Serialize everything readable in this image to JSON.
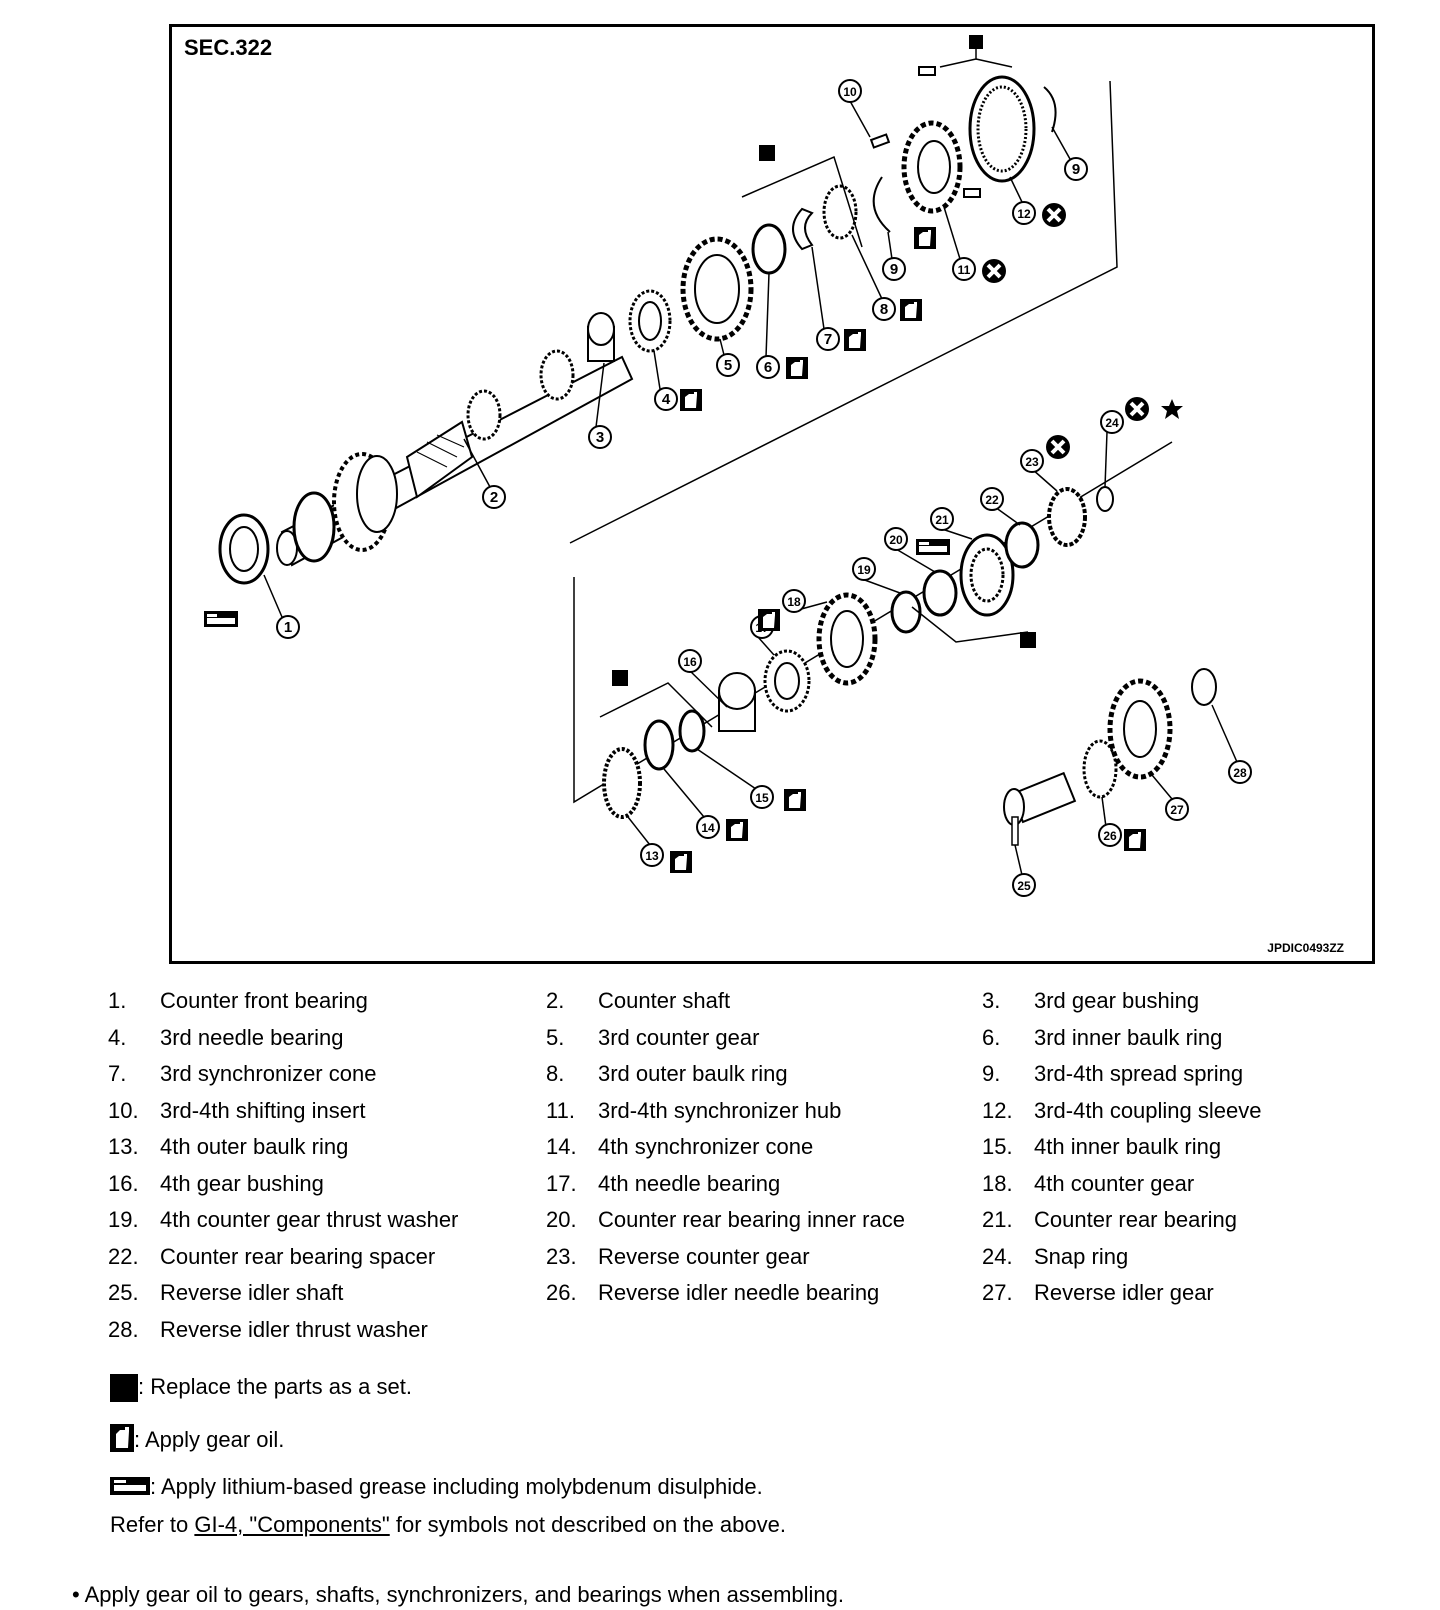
{
  "diagram": {
    "section": "SEC.322",
    "image_code": "JPDIC0493ZZ",
    "callouts": [
      "1",
      "2",
      "3",
      "4",
      "5",
      "6",
      "7",
      "8",
      "9",
      "9",
      "10",
      "11",
      "12",
      "13",
      "14",
      "15",
      "16",
      "17",
      "18",
      "19",
      "20",
      "21",
      "22",
      "23",
      "24",
      "25",
      "26",
      "27",
      "28"
    ]
  },
  "parts": [
    {
      "num": "1.",
      "name": "Counter front bearing"
    },
    {
      "num": "2.",
      "name": "Counter shaft"
    },
    {
      "num": "3.",
      "name": "3rd gear bushing"
    },
    {
      "num": "4.",
      "name": "3rd needle bearing"
    },
    {
      "num": "5.",
      "name": "3rd counter gear"
    },
    {
      "num": "6.",
      "name": "3rd inner baulk ring"
    },
    {
      "num": "7.",
      "name": "3rd synchronizer cone"
    },
    {
      "num": "8.",
      "name": "3rd outer baulk ring"
    },
    {
      "num": "9.",
      "name": "3rd-4th spread spring"
    },
    {
      "num": "10.",
      "name": "3rd-4th shifting insert"
    },
    {
      "num": "11.",
      "name": "3rd-4th synchronizer hub"
    },
    {
      "num": "12.",
      "name": "3rd-4th coupling sleeve"
    },
    {
      "num": "13.",
      "name": "4th outer baulk ring"
    },
    {
      "num": "14.",
      "name": "4th synchronizer cone"
    },
    {
      "num": "15.",
      "name": "4th inner baulk ring"
    },
    {
      "num": "16.",
      "name": "4th gear bushing"
    },
    {
      "num": "17.",
      "name": "4th needle bearing"
    },
    {
      "num": "18.",
      "name": "4th counter gear"
    },
    {
      "num": "19.",
      "name": "4th counter gear thrust washer"
    },
    {
      "num": "20.",
      "name": "Counter rear bearing inner race"
    },
    {
      "num": "21.",
      "name": "Counter rear bearing"
    },
    {
      "num": "22.",
      "name": "Counter rear bearing spacer"
    },
    {
      "num": "23.",
      "name": "Reverse counter gear"
    },
    {
      "num": "24.",
      "name": "Snap ring"
    },
    {
      "num": "25.",
      "name": "Reverse idler shaft"
    },
    {
      "num": "26.",
      "name": "Reverse idler needle bearing"
    },
    {
      "num": "27.",
      "name": "Reverse idler gear"
    },
    {
      "num": "28.",
      "name": "Reverse idler thrust washer"
    }
  ],
  "legend": {
    "set_text": ": Replace the parts as a set.",
    "oil_text": ": Apply gear oil.",
    "grease_text": ": Apply lithium-based grease including molybdenum disulphide.",
    "refer_prefix": "Refer to ",
    "refer_link": "GI-4, \"Components\"",
    "refer_suffix": " for symbols not described on the above."
  },
  "note": "Apply gear oil to gears, shafts, synchronizers, and bearings when assembling."
}
